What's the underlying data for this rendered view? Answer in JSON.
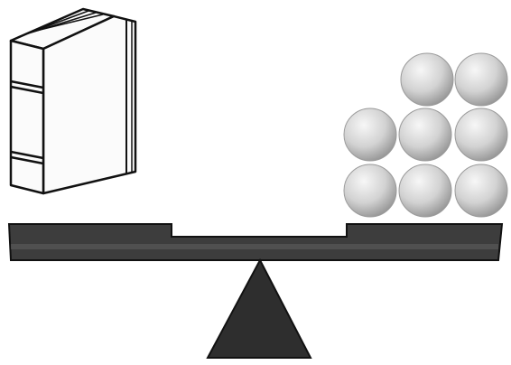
{
  "scene": {
    "objects": [
      {
        "name": "book",
        "side": "left"
      },
      {
        "name": "balls",
        "side": "right",
        "count": 8
      }
    ],
    "colors": {
      "background": "#ffffff",
      "ink": "#111111",
      "book_fill": "#fbfbfb",
      "beam_fill": "#3d3d3d",
      "beam_band": "#5e5e5e",
      "fulcrum_fill": "#2e2e2e",
      "ball_light": "#f7f7f7",
      "ball_mid": "#d2d2d2",
      "ball_dark": "#8f8f8f"
    }
  }
}
